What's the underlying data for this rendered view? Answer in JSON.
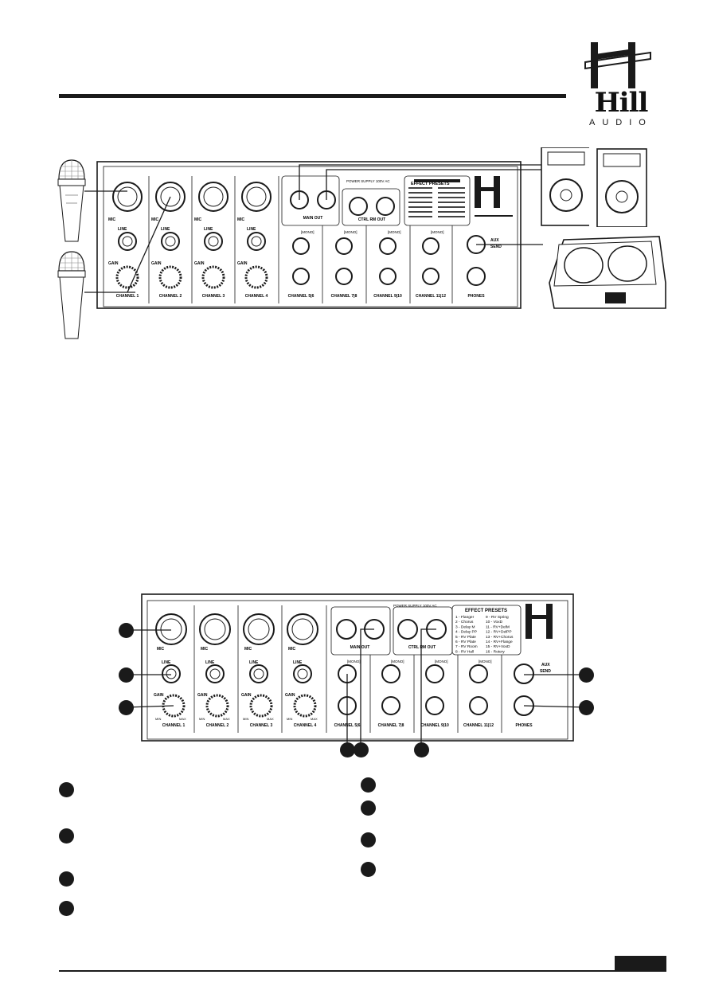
{
  "logo": {
    "word": "Hill",
    "sub": "AUDIO"
  },
  "panel": {
    "power_label": "POWER SUPPLY 100V AC",
    "effects_title": "EFFECT PRESETS",
    "effects_left": [
      "1 - Flanger",
      "2 - Chorus",
      "3 - Delay M",
      "4 - Delay PP",
      "5 - RV Plate",
      "6 - RV Plate",
      "7 - RV Room",
      "8 - RV Hall"
    ],
    "effects_right": [
      "9 - RV Spring",
      "10 - VoxD",
      "11 - RV+DelM",
      "12 - RV+DelPP",
      "13 - RV+Chorus",
      "14 - RV+Flange",
      "15 - RV+VoxD",
      "16 - Rotery"
    ],
    "mic_label": "MIC",
    "line_label": "LINE",
    "gain_label": "GAIN",
    "mono_label": "[MONO]",
    "main_out": "MAIN OUT",
    "ctrl_rm_out": "CTRL RM OUT",
    "aux_send_1": "AUX",
    "aux_send_2": "SEND",
    "phones": "PHONES",
    "channels": [
      "CHANNEL 1",
      "CHANNEL 2",
      "CHANNEL 3",
      "CHANNEL 4",
      "CHANNEL 5|6",
      "CHANNEL 7|8",
      "CHANNEL 9|10",
      "CHANNEL 11|12"
    ],
    "knob_min": "MIN",
    "knob_max": "MAX"
  },
  "colors": {
    "ink": "#1a1a1a",
    "paper": "#ffffff"
  }
}
